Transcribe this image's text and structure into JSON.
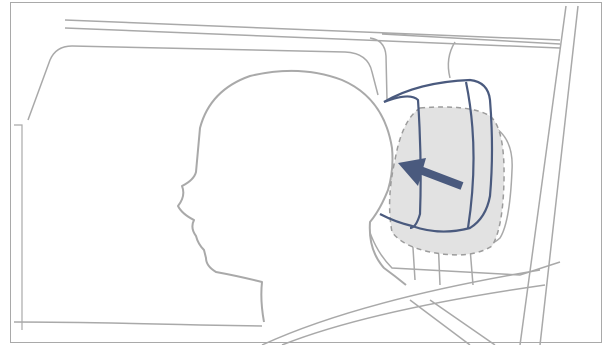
{
  "figure": {
    "subject": "head-restraint-adjustment",
    "colors": {
      "background": "#ffffff",
      "outline": "#a9a9a9",
      "headrest": "#4a5a7e",
      "arrow": "#4a5a7e",
      "shadow_fill": "#e2e2e2",
      "shadow_stroke": "#9c9c9c"
    },
    "icons": [
      "head-silhouette",
      "headrest",
      "direction-arrow"
    ],
    "labels": []
  }
}
